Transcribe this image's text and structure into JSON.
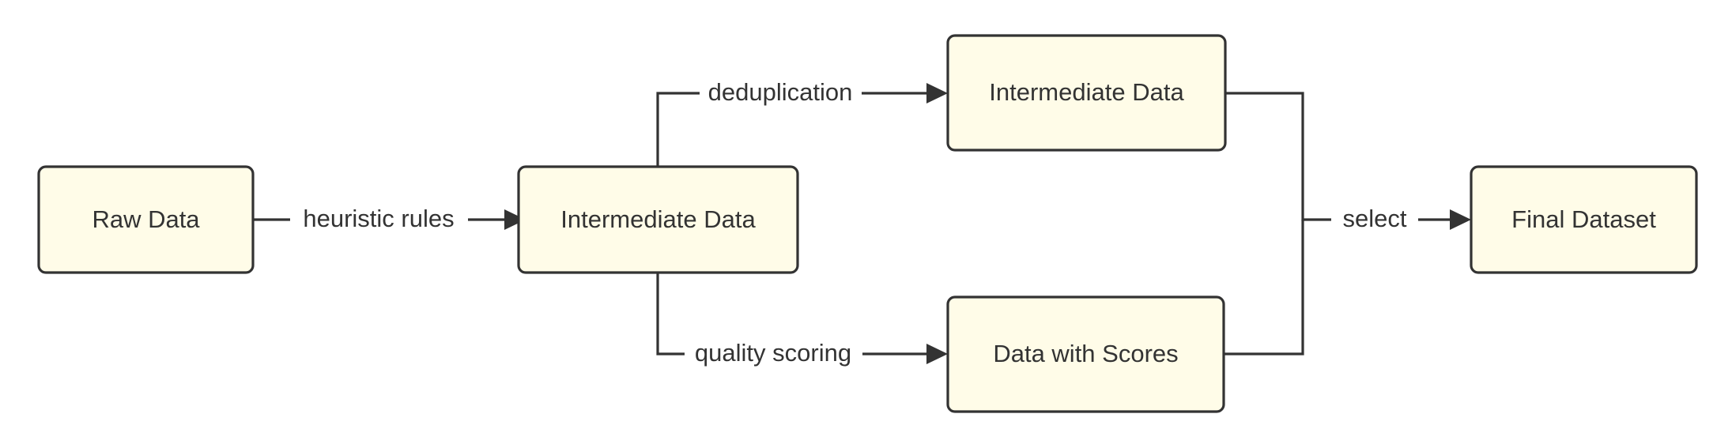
{
  "diagram": {
    "type": "flowchart",
    "orientation": "left-to-right",
    "background_color": "#ffffff",
    "node_fill_color": "#fffce8",
    "node_border_color": "#333333",
    "text_color": "#333333",
    "nodes": [
      {
        "id": "raw",
        "label": "Raw Data"
      },
      {
        "id": "inter_center",
        "label": "Intermediate Data"
      },
      {
        "id": "inter_top",
        "label": "Intermediate Data"
      },
      {
        "id": "scores",
        "label": "Data with Scores"
      },
      {
        "id": "final",
        "label": "Final Dataset"
      }
    ],
    "edges": [
      {
        "id": "e1",
        "from": "raw",
        "to": "inter_center",
        "label": "heuristic rules"
      },
      {
        "id": "e2",
        "from": "inter_center",
        "to": "inter_top",
        "label": "deduplication"
      },
      {
        "id": "e3",
        "from": "inter_center",
        "to": "scores",
        "label": "quality scoring"
      },
      {
        "id": "e4",
        "from": "inter_top",
        "to": "final",
        "label": "select"
      },
      {
        "id": "e5",
        "from": "scores",
        "to": "final",
        "label": ""
      }
    ]
  }
}
